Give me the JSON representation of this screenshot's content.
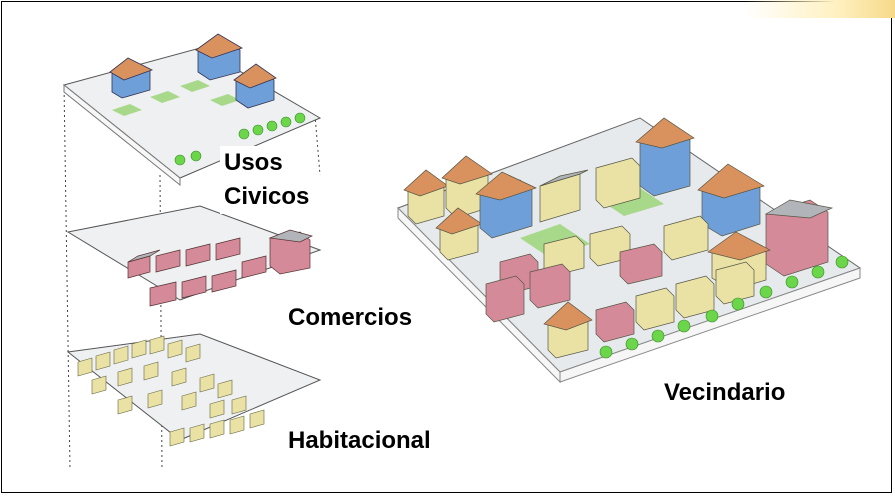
{
  "labels": {
    "usos_line1": "Usos",
    "usos_line2": "Civicos",
    "comercios": "Comercios",
    "vecindario": "Vecindario",
    "habitacional": "Habitacional"
  },
  "colors": {
    "civic_blue": "#6f9fd8",
    "commercial_pink": "#d58a9a",
    "residential_yellow": "#e9e2a4",
    "roof_orange": "#d9925e",
    "lawn_green": "#a8d88a",
    "tree_green": "#6bd64a",
    "ground_grey": "#dfe3e6"
  }
}
